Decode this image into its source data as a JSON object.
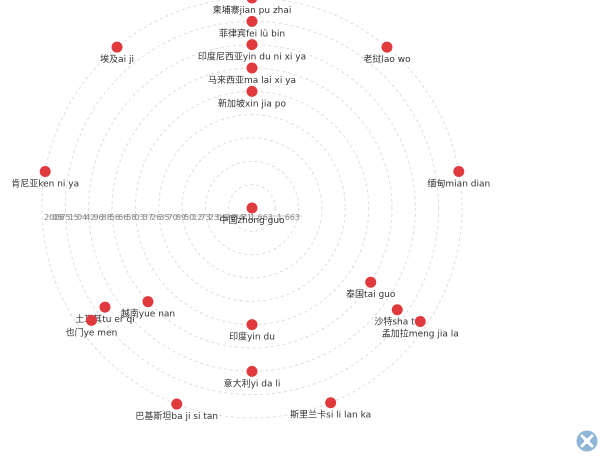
{
  "chart_data": {
    "type": "scatter",
    "coordinate_system": "polar",
    "colors": {
      "point": "#e0393e",
      "grid": "#dddddd",
      "label": "#333333",
      "axis_label": "#888888"
    },
    "grid": true,
    "radial_rings": 9,
    "axis_tick_labels": [
      "2006",
      "05",
      "75",
      "15",
      "04",
      "42",
      "96",
      "88",
      "56",
      "66",
      "58",
      "03",
      "37",
      "26",
      "35",
      "70",
      "89",
      "50",
      "12",
      "73",
      "23",
      "09",
      "26",
      "84",
      "71",
      "1.663"
    ],
    "points": [
      {
        "label": "柬埔寨jian pu zhai",
        "radius": 9,
        "angle": 0
      },
      {
        "label": "菲律宾fei lü bin",
        "radius": 8,
        "angle": 0
      },
      {
        "label": "印度尼西亚yin du ni xi ya",
        "radius": 7,
        "angle": 0
      },
      {
        "label": "马来西亚ma lai xi ya",
        "radius": 6,
        "angle": 0
      },
      {
        "label": "新加坡xin jia po",
        "radius": 5,
        "angle": 0
      },
      {
        "label": "老挝lao wo",
        "radius": 9,
        "angle": 40
      },
      {
        "label": "缅甸mian dian",
        "radius": 9,
        "angle": 80
      },
      {
        "label": "泰国tai guo",
        "radius": 6,
        "angle": 122
      },
      {
        "label": "沙特sha te",
        "radius": 7.6,
        "angle": 125
      },
      {
        "label": "孟加拉meng jia la",
        "radius": 8.7,
        "angle": 124
      },
      {
        "label": "斯里兰卡si li lan ka",
        "radius": 9,
        "angle": 158
      },
      {
        "label": "意大利yi da li",
        "radius": 7,
        "angle": 180
      },
      {
        "label": "印度yin du",
        "radius": 5,
        "angle": 180
      },
      {
        "label": "巴基斯坦ba ji si tan",
        "radius": 9,
        "angle": 201
      },
      {
        "label": "越南yue nan",
        "radius": 6,
        "angle": 228
      },
      {
        "label": "土耳其tu er qi",
        "radius": 7.6,
        "angle": 236
      },
      {
        "label": "也门ye men",
        "radius": 8.4,
        "angle": 235
      },
      {
        "label": "肯尼亚ken ni ya",
        "radius": 9,
        "angle": 280
      },
      {
        "label": "埃及ai ji",
        "radius": 9,
        "angle": 320
      },
      {
        "label": "中国zhong guo",
        "radius": 0,
        "angle": 0
      }
    ]
  }
}
